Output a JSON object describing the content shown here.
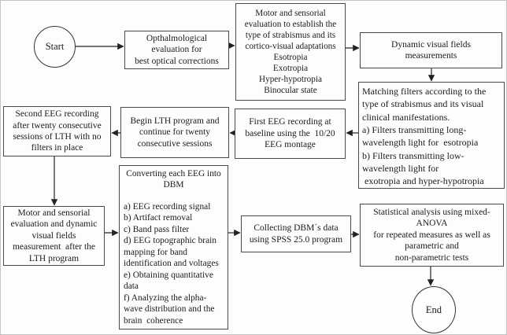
{
  "figure": {
    "background_color": "#fdfdfd",
    "outer_border_color": "#c4c4c4",
    "box_border_color": "#4a4a4a",
    "arrow_color": "#222222",
    "text_color": "#1b1b1b"
  },
  "nodes": {
    "start": {
      "label": "Start"
    },
    "ophthalmological_evaluation": {
      "text": "Opthalmological\nevaluation for\nbest optical corrections"
    },
    "motor_sensorial_evaluation": {
      "text": "Motor and sensorial\nevaluation to establish the\ntype of strabismus and its\ncortico-visual adaptations\nEsotropia\nExotropia\nHyper-hypotropia\nBinocular state"
    },
    "dynamic_visual_fields": {
      "text": "Dynamic visual fields\nmeasurements"
    },
    "matching_filters": {
      "text": "Matching filters according to the\ntype of strabismus and its visual\nclinical manifestations.\na) Filters transmitting long-\nwavelength light for  esotropia\nb) Filters transmitting low-\nwavelength light for\n exotropia and hyper-hypotropia"
    },
    "first_eeg_recording": {
      "text": "First EEG recording at\nbaseline using the  10/20\nEEG montage"
    },
    "begin_lth_program": {
      "text": "Begin LTH program and\ncontinue for twenty\nconsecutive sessions"
    },
    "second_eeg_recording": {
      "text": "Second EEG recording\nafter twenty consecutive\nsessions of LTH with no\nfilters in place"
    },
    "post_lth_evaluation": {
      "text": "Motor and sensorial\nevaluation and dynamic\nvisual fields\nmeasurement  after the\nLTH program"
    },
    "converting_eeg_to_dbm": {
      "heading": "Converting each EEG into\nDBM",
      "items": "a) EEG recording signal\nb) Artifact removal\nc) Band pass filter\nd) EEG topographic brain\nmapping for band\nidentification and voltages\ne) Obtaining quantitative\ndata\nf) Analyzing the alpha-\nwave distribution and the\nbrain  coherence"
    },
    "collecting_dbm_data": {
      "text": "Collecting DBM´s data\nusing SPSS 25.0 program"
    },
    "statistical_analysis": {
      "text": "Statistical analysis using mixed-\nANOVA\nfor repeated measures as well as\nparametric and\nnon-parametric tests"
    },
    "end": {
      "label": "End"
    }
  }
}
